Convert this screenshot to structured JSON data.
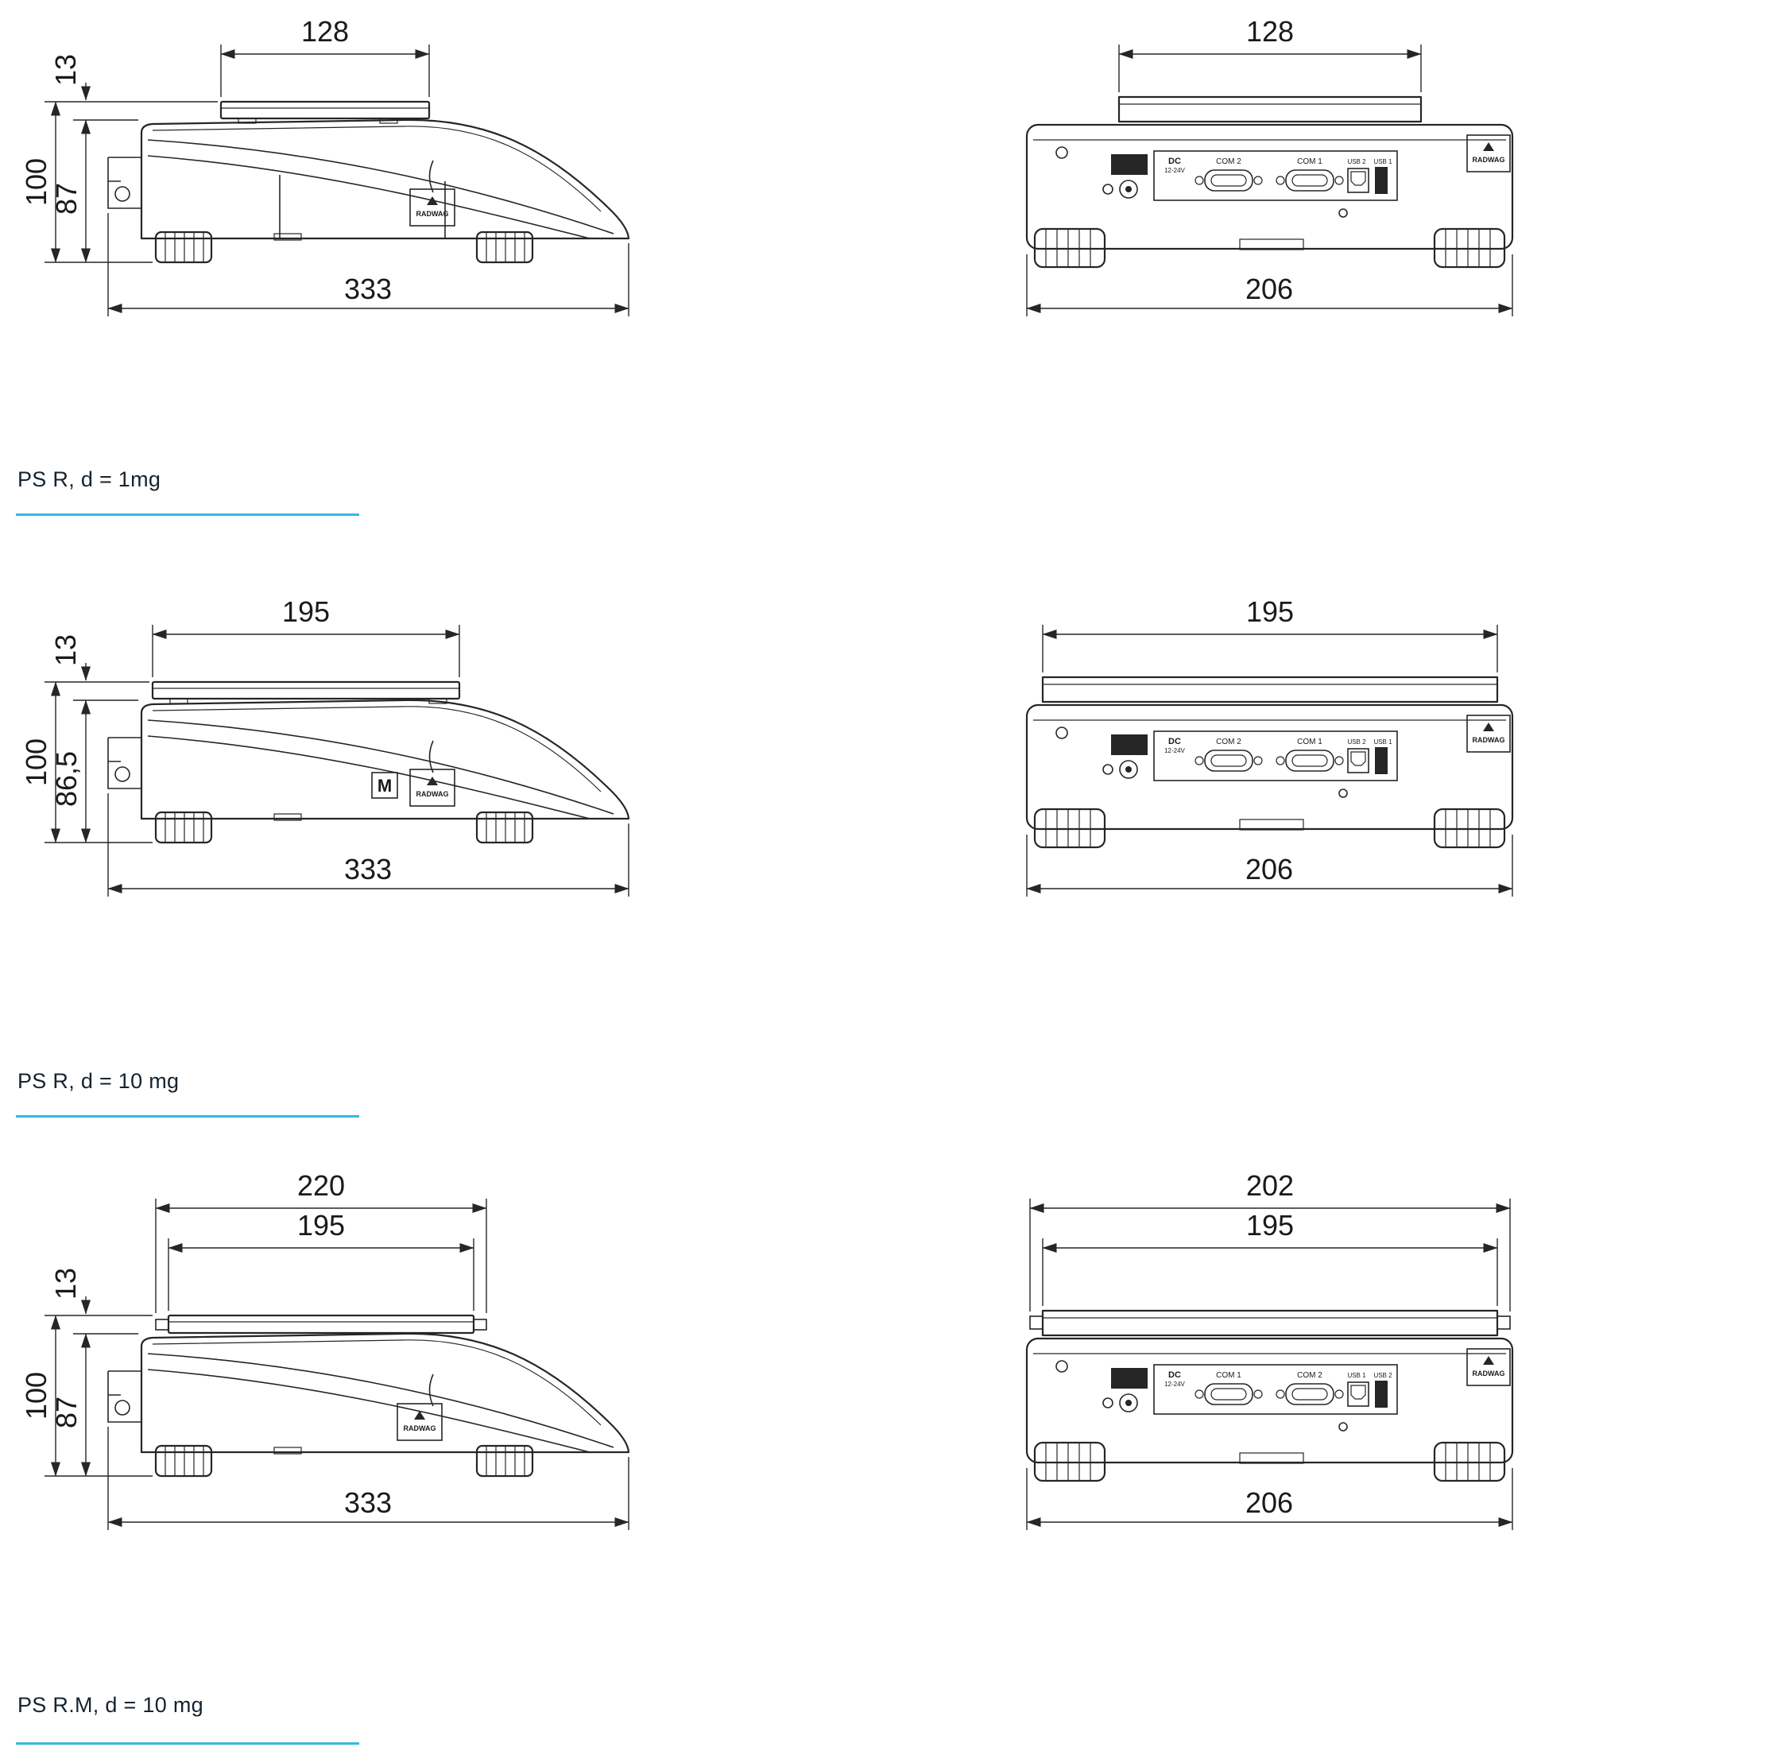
{
  "page": {
    "accent_color": "#36b6e6",
    "line_color": "#262626",
    "background": "#ffffff"
  },
  "brand": "RADWAG",
  "figures": [
    {
      "label": "PS R, d = 1mg",
      "side": {
        "pan_width": "128",
        "pan_height": "13",
        "total_height": "100",
        "body_height": "87",
        "length": "333"
      },
      "rear": {
        "pan_width": "128",
        "body_width": "206",
        "panel": {
          "dc": "DC",
          "dc_sub": "12-24V",
          "port1": "COM 2",
          "port2": "COM 1",
          "usb_left": "USB 2",
          "usb_right": "USB 1"
        }
      }
    },
    {
      "label": "PS R, d = 10 mg",
      "side": {
        "pan_width": "195",
        "pan_height": "13",
        "total_height": "100",
        "body_height": "86,5",
        "length": "333",
        "mark": "M"
      },
      "rear": {
        "pan_width": "195",
        "body_width": "206",
        "panel": {
          "dc": "DC",
          "dc_sub": "12-24V",
          "port1": "COM 2",
          "port2": "COM 1",
          "usb_left": "USB 2",
          "usb_right": "USB 1"
        }
      }
    },
    {
      "label": "PS R.M, d = 10 mg",
      "side": {
        "frame_width": "220",
        "pan_width": "195",
        "pan_height": "13",
        "total_height": "100",
        "body_height": "87",
        "length": "333"
      },
      "rear": {
        "outer_width": "202",
        "pan_width": "195",
        "body_width": "206",
        "panel": {
          "dc": "DC",
          "dc_sub": "12-24V",
          "port1": "COM 1",
          "port2": "COM 2",
          "usb_left": "USB 1",
          "usb_right": "USB 2"
        }
      }
    }
  ]
}
